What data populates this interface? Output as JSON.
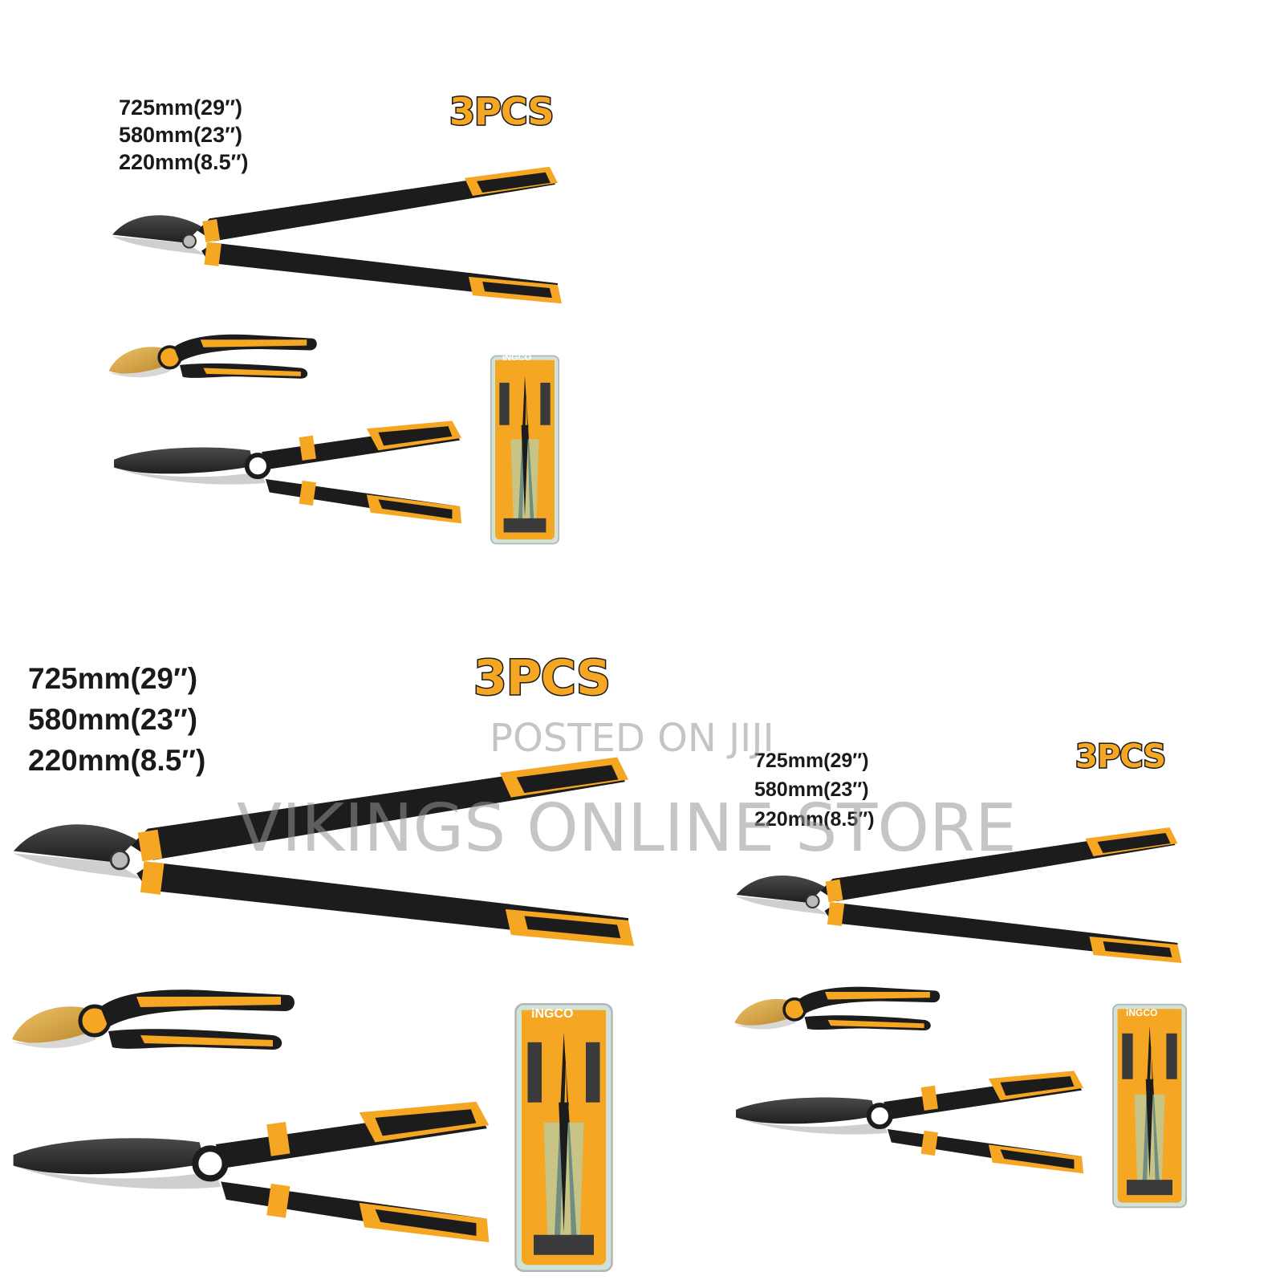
{
  "listing": {
    "dimensions": [
      "725mm(29″)",
      "580mm(23″)",
      "220mm(8.5″)"
    ],
    "piece_count": "3PCS",
    "brand": "INGCO",
    "package_brand": "iNGCO"
  },
  "watermark": {
    "posted": "POSTED ON JIJI",
    "store": "VIKINGS ONLINE STORE"
  },
  "colors": {
    "accent": "#f5a623",
    "handle": "#1c1c1c",
    "blade": "#3a3a3a",
    "gold_blade": "#d9a441",
    "background": "#ffffff"
  }
}
